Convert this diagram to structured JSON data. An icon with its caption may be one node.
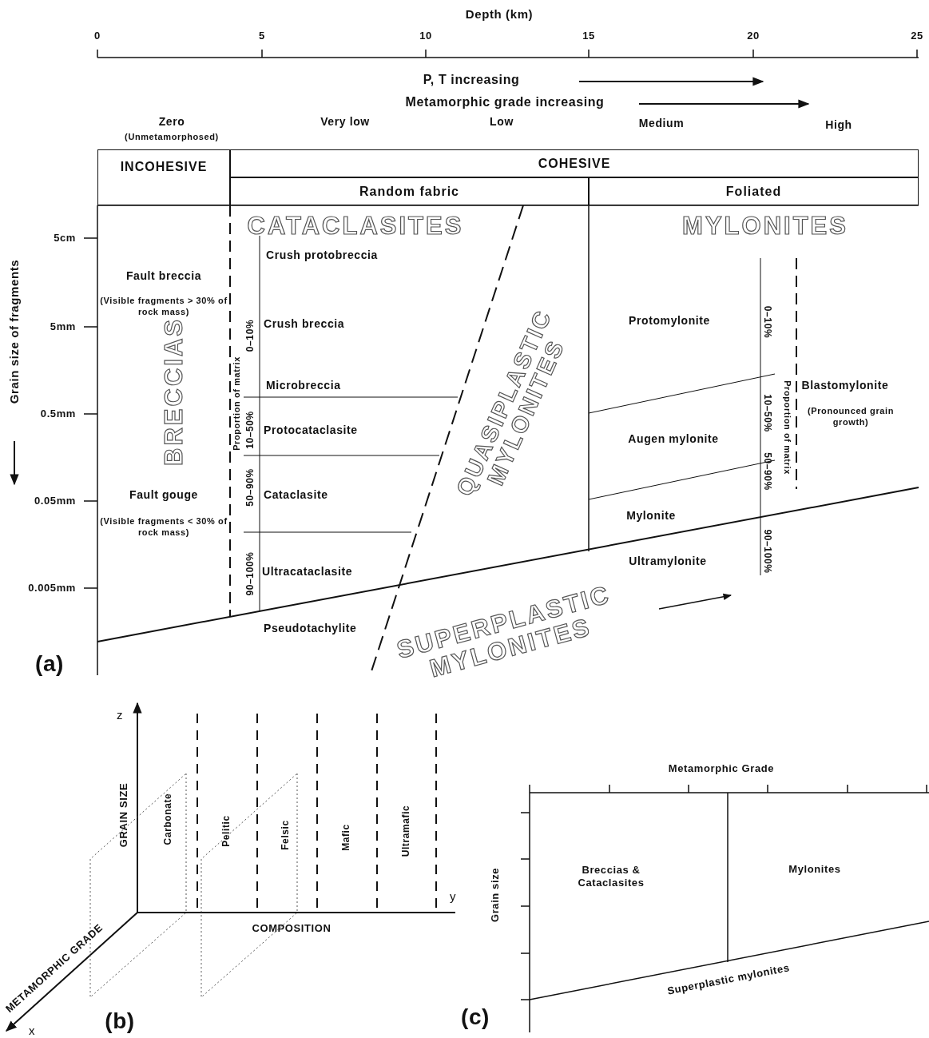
{
  "diagram": {
    "nodes": [
      {
        "text": [
          "INCOHESIVE"
        ]
      },
      {
        "text": [
          "COHESIVE"
        ]
      },
      {
        "text": [
          "Random fabric"
        ]
      },
      {
        "text": [
          "Foliated"
        ]
      }
    ],
    "labels": [
      "Depth (km)",
      "0",
      "5",
      "10",
      "15",
      "20",
      "25",
      "P, T increasing",
      "Metamorphic grade increasing",
      "Zero",
      "(Unmetamorphosed)",
      "Very low",
      "Low",
      "Medium",
      "High",
      "Grain size of fragments",
      "CATACLASITES",
      "MYLONITES",
      "5cm",
      "Crush protobreccia",
      "Fault breccia",
      "(Visible fragments > 30% of rock mass)",
      "5mm",
      "Crush breccia",
      "Protomylonite",
      "0–10%",
      "0–10%",
      "BRECCIAS",
      "Proportion of matrix",
      "QUASIPLASTIC MYLONITES",
      "Microbreccia",
      "Blastomylonite",
      "(Pronounced grain growth)",
      "0.5mm",
      "10–50%",
      "Protocataclasite",
      "Augen mylonite",
      "10–50%",
      "Proportion of matrix",
      "0.05mm",
      "Fault gouge",
      "(Visible fragments < 30% of rock mass)",
      "50–90%",
      "Cataclasite",
      "50–90%",
      "Mylonite",
      "90–100%",
      "Ultracataclasite",
      "Ultramylonite",
      "90–100%",
      "0.005mm",
      "Pseudotachylite",
      "SUPERPLASTIC MYLONITES",
      "(a)",
      "z",
      "GRAIN SIZE",
      "Carbonate",
      "Pelitic",
      "Felsic",
      "Mafic",
      "Ultramafic",
      "y",
      "COMPOSITION",
      "METAMORPHIC GRADE",
      "x",
      "(b)",
      "Metamorphic Grade",
      "Grain size",
      "Breccias & Cataclasites",
      "Mylonites",
      "Superplastic mylonites",
      "(c)"
    ]
  }
}
